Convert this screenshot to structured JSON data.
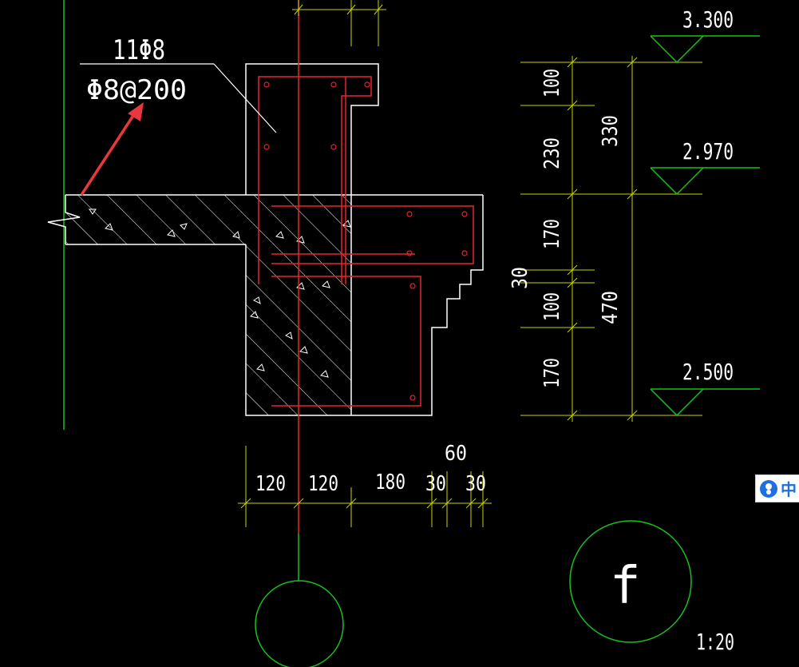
{
  "annotation": {
    "rebar_count": "11Φ8",
    "stirrup": "Φ8@200",
    "arrow_color": "#e8383d"
  },
  "levels": {
    "top": "3.300",
    "middle": "2.970",
    "bottom": "2.500"
  },
  "vertical_dims": {
    "d100_top": "100",
    "d230": "230",
    "d330": "330",
    "d170_mid": "170",
    "d30": "30",
    "d100_low": "100",
    "d470": "470",
    "d170_low": "170"
  },
  "horizontal_dims": {
    "d120_left": "120",
    "d120_right": "120",
    "d180": "180",
    "d60": "60",
    "d30_a": "30",
    "d30_b": "30"
  },
  "detail": {
    "callout_letter": "f",
    "scale": "1:20"
  },
  "widget": {
    "label": "中",
    "icon": "user-icon"
  },
  "colors": {
    "background": "#000000",
    "outline": "#ffffff",
    "rebar": "#e8242a",
    "dimension": "#c8d400",
    "level_line": "#19c019",
    "axis": "#e8242a"
  }
}
